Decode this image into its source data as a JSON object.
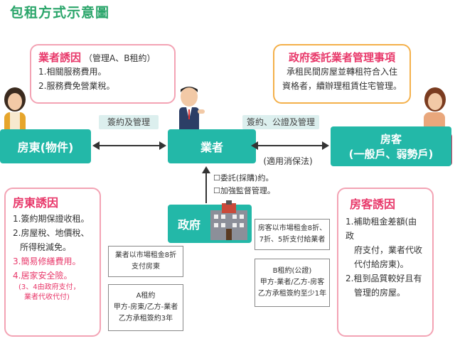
{
  "title": "包租方式示意圖",
  "operator_incentive": {
    "heading": "業者誘因",
    "note": "（管理A、B租約）",
    "lines": [
      "1.相關服務費用。",
      "2.服務費免營業稅。"
    ]
  },
  "gov_commission": {
    "heading": "政府委託業者管理事項",
    "lines": [
      "承租民間房屋並轉租符合入住",
      "資格者，續辦理租賃住宅管理。"
    ]
  },
  "nodes": {
    "landlord": "房東(物件)",
    "operator": "業者",
    "tenant_line1": "房客",
    "tenant_line2": "(一般戶、弱勢戶)",
    "government": "政府"
  },
  "edges": {
    "landlord_operator": "簽約及管理",
    "operator_tenant": "簽約、公證及管理",
    "law_note": "(適用消保法)",
    "gov_item1": "☐委託(採購)約。",
    "gov_item2": "☐加強監督管理。"
  },
  "landlord_incentive": {
    "heading": "房東誘因",
    "lines": [
      "1.簽約期保證收租。",
      "2.房屋稅、地價稅、",
      "所得稅減免。"
    ],
    "pink_lines": [
      "3.簡易修繕費用。",
      "4.居家安全險。"
    ],
    "footnote_lines": [
      "(3、4由政府支付，",
      "業者代收代付)"
    ]
  },
  "tenant_incentive": {
    "heading": "房客誘因",
    "lines": [
      "1.補助租金差額(由政",
      "府支付，業者代收",
      "代付給房東)。",
      "2.租到品質較好且有",
      "管理的房屋。"
    ]
  },
  "notes": {
    "market_rent_landlord": [
      "業者以市場租金8折",
      "支付房東"
    ],
    "lease_a": [
      "A租約",
      "甲方-房東/乙方-業者",
      "乙方承租簽約3年"
    ],
    "tenant_rent": [
      "房客以市場租金8折、",
      "7折、5折支付給業者"
    ],
    "lease_b": [
      "B租約(公證)",
      "甲方-業者/乙方-房客",
      "乙方承租簽約至少1年"
    ]
  },
  "colors": {
    "title_green": "#2aa56a",
    "teal": "#23b8a8",
    "pink": "#e8386a",
    "box_red_border": "#f3a3b4",
    "box_orange_border": "#f4b04a"
  },
  "icons": [
    "person-landlord-icon",
    "person-operator-icon",
    "person-tenant-icon",
    "government-building-icon",
    "double-arrow-icon",
    "up-arrow-icon"
  ]
}
